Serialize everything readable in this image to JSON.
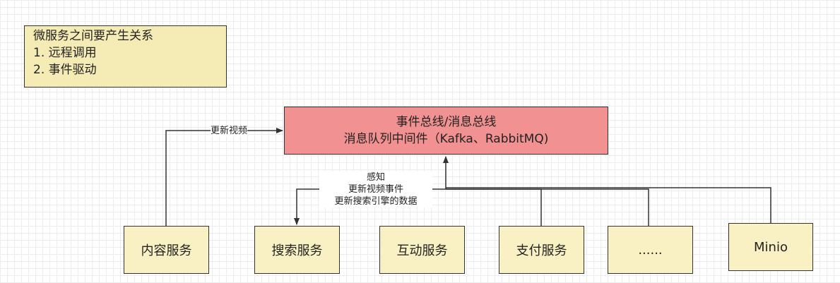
{
  "colors": {
    "note_fill": "#f5ecb5",
    "bus_fill": "#f19191",
    "service_fill": "#f9f1c3",
    "line": "#333333"
  },
  "note": {
    "lines": [
      "微服务之间要产生关系",
      "1. 远程调用",
      "2. 事件驱动"
    ]
  },
  "bus": {
    "line1": "事件总线/消息总线",
    "line2": "消息队列中间件（Kafka、RabbitMQ)"
  },
  "services": {
    "content": "内容服务",
    "search": "搜索服务",
    "interaction": "互动服务",
    "payment": "支付服务",
    "more": "......",
    "minio": "Minio"
  },
  "edges": {
    "publish_label": "更新视频",
    "subscribe_label": [
      "感知",
      "更新视频事件",
      "更新搜索引擎的数据"
    ]
  }
}
